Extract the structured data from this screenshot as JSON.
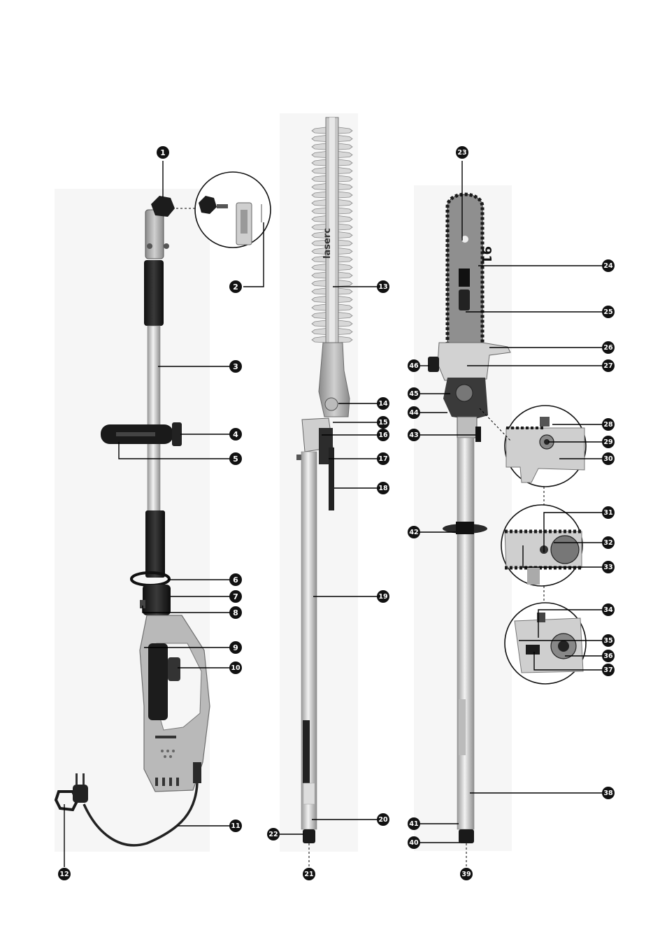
{
  "diagram": {
    "brand_text": "laserc",
    "bar_text": "91",
    "labels": [
      "1",
      "2",
      "3",
      "4",
      "5",
      "6",
      "7",
      "8",
      "9",
      "10",
      "11",
      "12",
      "13",
      "14",
      "15",
      "16",
      "17",
      "18",
      "19",
      "20",
      "21",
      "22",
      "23",
      "24",
      "25",
      "26",
      "27",
      "28",
      "29",
      "30",
      "31",
      "32",
      "33",
      "34",
      "35",
      "36",
      "37",
      "38",
      "39",
      "40",
      "41",
      "42",
      "43",
      "44",
      "45",
      "46"
    ]
  }
}
